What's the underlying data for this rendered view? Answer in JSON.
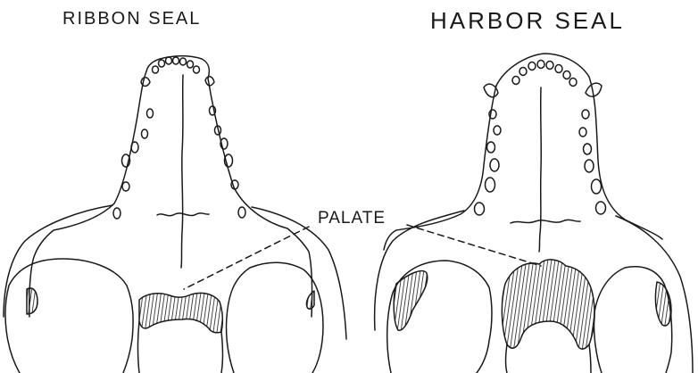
{
  "labels": {
    "left_title": "RIBBON SEAL",
    "right_title": "HARBOR SEAL",
    "palate": "PALATE"
  },
  "colors": {
    "ink": "#1a1a1a",
    "paper": "#ffffff"
  }
}
